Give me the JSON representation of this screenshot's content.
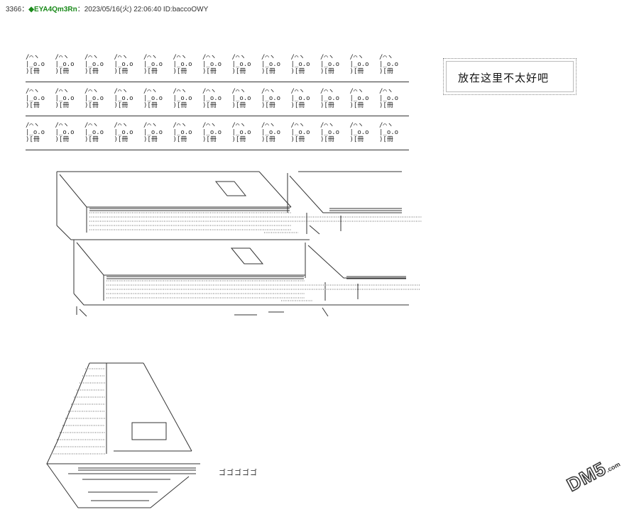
{
  "post_header": {
    "number": "3366",
    "separator": "：",
    "trip": "◆EYA4Qm3Rn",
    "meta": "：2023/05/16(火) 22:06:40 ID:baccoOWY"
  },
  "desk_glyph": {
    "line1": "/⌒ヽ",
    "line2": "|_o.o",
    "line3": ")[冊"
  },
  "desk_rows": 3,
  "desks_per_row": 13,
  "speech_bubble": {
    "text": "放在这里不太好吧"
  },
  "sound_effect": {
    "text": "ゴゴゴゴゴ"
  },
  "watermark": {
    "brand": "DM5",
    "suffix": ".com"
  }
}
